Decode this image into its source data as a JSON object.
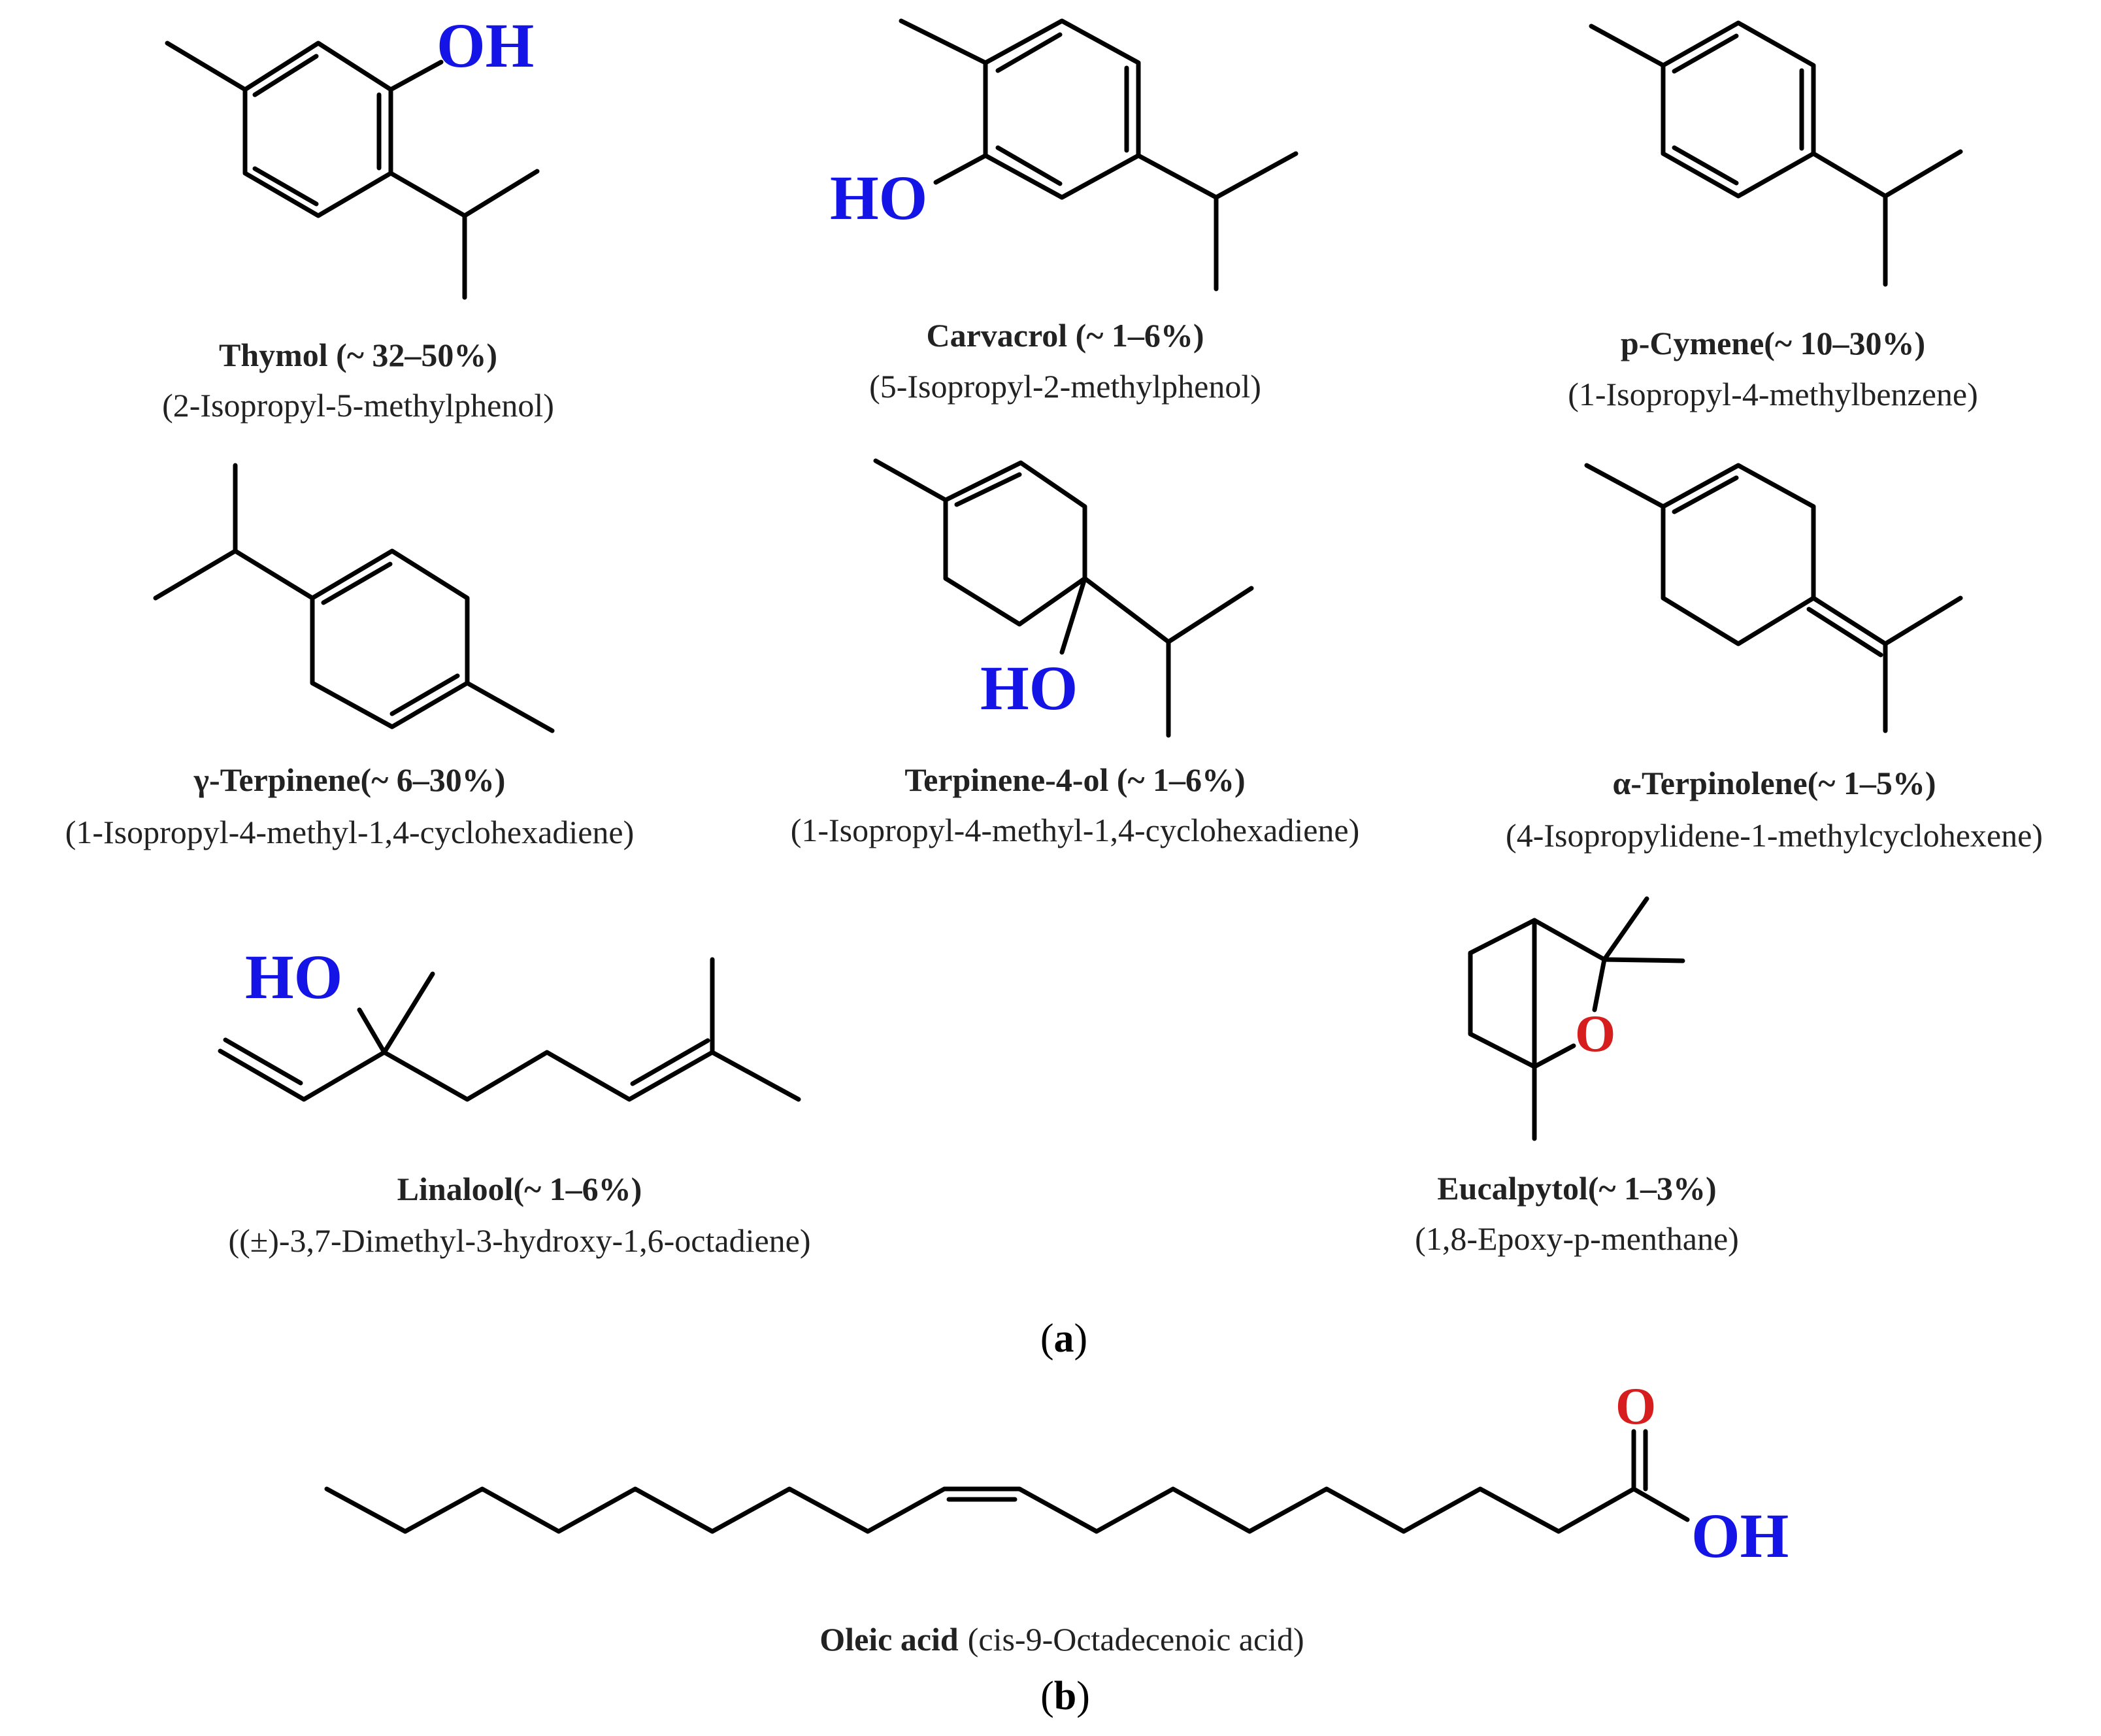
{
  "compounds": [
    {
      "id": "thymol",
      "name": "Thymol (~ 32–50%)",
      "systematic": "(2-Isopropyl-5-methylphenol)",
      "label": "OH"
    },
    {
      "id": "carvacrol",
      "name": "Carvacrol (~ 1–6%)",
      "systematic": "(5-Isopropyl-2-methylphenol)",
      "label": "HO"
    },
    {
      "id": "p-cymene",
      "name": "p-Cymene(~ 10–30%)",
      "systematic": "(1-Isopropyl-4-methylbenzene)"
    },
    {
      "id": "gamma-terpinene",
      "name": "γ-Terpinene(~ 6–30%)",
      "systematic": "(1-Isopropyl-4-methyl-1,4-cyclohexadiene)"
    },
    {
      "id": "terpinene-4-ol",
      "name": "Terpinene-4-ol (~ 1–6%)",
      "systematic": "(1-Isopropyl-4-methyl-1,4-cyclohexadiene)",
      "label": "HO"
    },
    {
      "id": "alpha-terpinolene",
      "name": "α-Terpinolene(~ 1–5%)",
      "systematic": "(4-Isopropylidene-1-methylcyclohexene)"
    },
    {
      "id": "linalool",
      "name": "Linalool(~ 1–6%)",
      "systematic": "((±)-3,7-Dimethyl-3-hydroxy-1,6-octadiene)",
      "label": "HO"
    },
    {
      "id": "eucalyptol",
      "name": "Eucalpytol(~ 1–3%)",
      "systematic": "(1,8-Epoxy-p-menthane)",
      "label": "O"
    }
  ],
  "oleic": {
    "name": "Oleic acid",
    "systematic": "(cis-9-Octadecenoic acid)",
    "label_o": "O",
    "label_oh": "OH"
  },
  "panels": {
    "a": {
      "open": "(",
      "letter": "a",
      "close": ")"
    },
    "b": {
      "open": "(",
      "letter": "b",
      "close": ")"
    }
  },
  "colors": {
    "heteroatom_oh": "#1414e6",
    "heteroatom_o": "#d61e1e",
    "bond": "#000000",
    "text": "#222222"
  }
}
